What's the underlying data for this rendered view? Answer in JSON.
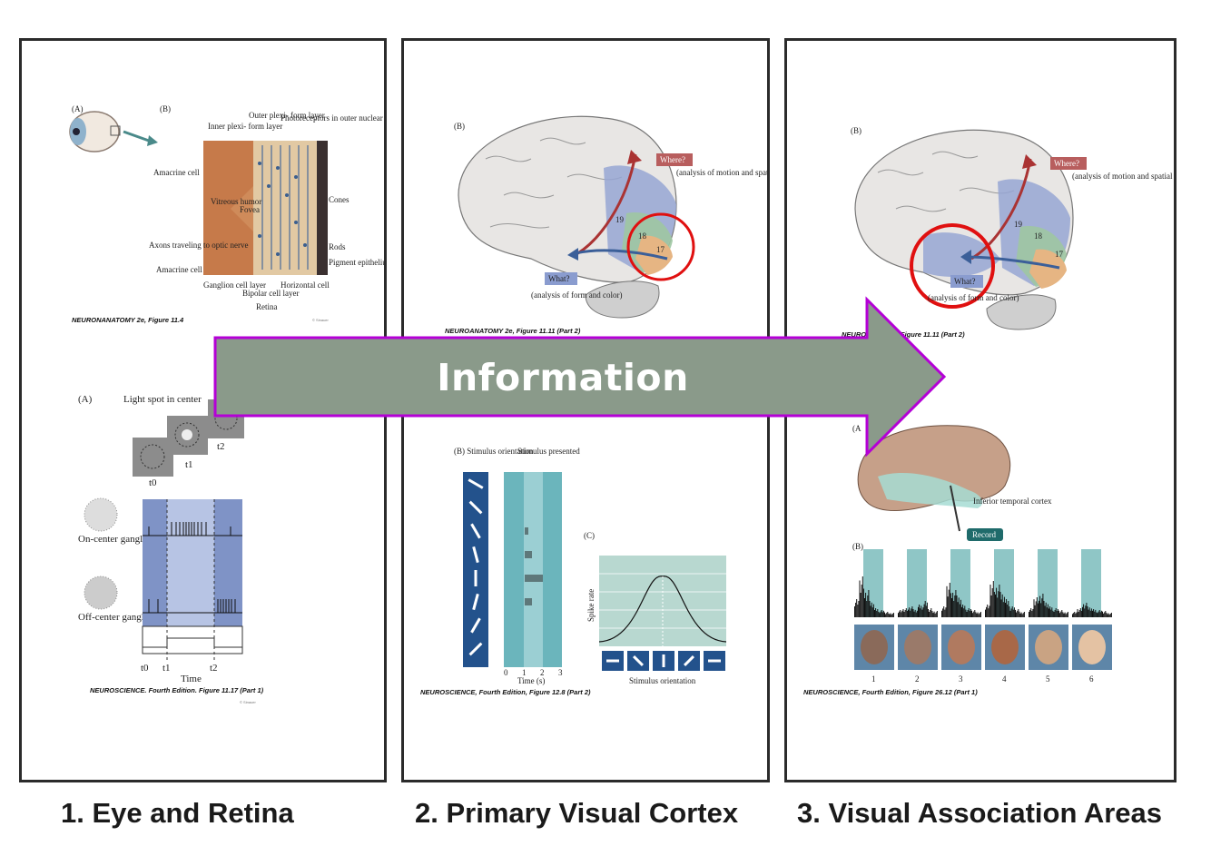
{
  "banner": {
    "label": "Information",
    "fill": "#8a9a8a",
    "stroke": "#b400d6"
  },
  "captions": {
    "c1": "1. Eye and Retina",
    "c2": "2. Primary Visual Cortex",
    "c3": "3. Visual Association Areas"
  },
  "panel1": {
    "fig_a_top": "(A)",
    "fig_b_top": "(B)",
    "outer_plexiform": "Outer plexi- form layer",
    "inner_plexiform": "Inner plexi- form layer",
    "photoreceptors": "Photoreceptors in outer nuclear layer",
    "amacrine1": "Amacrine cell",
    "vitreous": "Vitreous humor",
    "fovea": "Fovea",
    "cones": "Cones",
    "axons": "Axons traveling to optic nerve",
    "rods": "Rods",
    "amacrine2": "Amacrine cell",
    "pigment": "Pigment epithelium",
    "ganglion_layer": "Ganglion cell layer",
    "bipolar_layer": "Bipolar cell layer",
    "horizontal": "Horizontal cell",
    "retina": "Retina",
    "source1": "NEURONANATOMY 2e, Figure 11.4",
    "fig_a_bottom": "(A)",
    "light_spot": "Light spot in center",
    "t0": "t0",
    "t1": "t1",
    "t2": "t2",
    "on_center": "On-center ganglion cell",
    "off_center": "Off-center ganglion cell",
    "time": "Time",
    "source2": "NEUROSCIENCE. Fourth Edition. Figure 11.17 (Part 1)"
  },
  "panel2": {
    "fig_b": "(B)",
    "where": "Where?",
    "where_desc": "(analysis of motion and spatial relations)",
    "what": "What?",
    "what_desc": "(analysis of form and color)",
    "area19": "19",
    "area18": "18",
    "area17": "17",
    "source1": "NEUROANATOMY 2e, Figure 11.11 (Part 2)",
    "stim_orient": "(B) Stimulus orientation",
    "stim_presented": "Stimulus presented",
    "fig_c": "(C)",
    "spike_rate": "Spike rate",
    "time_s": "Time (s)",
    "ticks": [
      "0",
      "1",
      "2",
      "3"
    ],
    "stim_orientation": "Stimulus orientation",
    "source2": "NEUROSCIENCE, Fourth Edition, Figure 12.8 (Part 2)"
  },
  "panel3": {
    "fig_b": "(B)",
    "where": "Where?",
    "where_desc": "(analysis of motion and spatial relations)",
    "what": "What?",
    "what_desc": "(analysis of form and color)",
    "area19": "19",
    "area18": "18",
    "area17": "17",
    "source1_fragment": "NEURO",
    "source1_rest": "Figure 11.11 (Part 2)",
    "fig_a": "(A",
    "inferior": "Inferior temporal cortex",
    "record": "Record",
    "fig_b2": "(B)",
    "stim_numbers": [
      "1",
      "2",
      "3",
      "4",
      "5",
      "6"
    ],
    "source2": "NEUROSCIENCE, Fourth Edition, Figure 26.12 (Part 1)"
  }
}
